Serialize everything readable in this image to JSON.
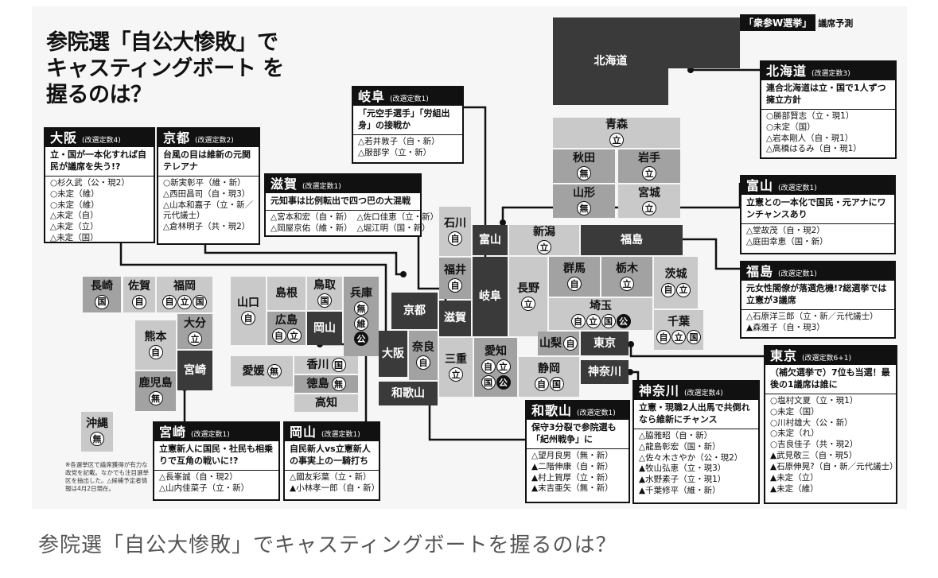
{
  "title_lines": [
    "参院選「自公大惨敗」で",
    "キャスティングボート を",
    "握るのは？"
  ],
  "header_tag": {
    "label": "「衆参W選挙」",
    "suffix": "議席予測"
  },
  "footnote": "※各選挙区で議席獲得が有力な政党を記載。なかでも注目選挙区を抽出した。△候補予定者情報は4月2日現在。",
  "caption": "参院選「自公大惨敗」でキャスティングボートを握るのは？",
  "prefectures": {
    "hokkaido": {
      "name": "北海道"
    },
    "aomori": {
      "name": "青森",
      "badges": [
        "立"
      ]
    },
    "akita": {
      "name": "秋田",
      "badges": [
        "無"
      ]
    },
    "iwate": {
      "name": "岩手",
      "badges": [
        "立"
      ]
    },
    "yamagata": {
      "name": "山形",
      "badges": [
        "無"
      ]
    },
    "miyagi": {
      "name": "宮城",
      "badges": [
        "立"
      ]
    },
    "ishikawa": {
      "name": "石川",
      "badges": [
        "自"
      ]
    },
    "toyama": {
      "name": "富山"
    },
    "niigata": {
      "name": "新潟",
      "badges": [
        "立"
      ]
    },
    "fukushima": {
      "name": "福島"
    },
    "fukui": {
      "name": "福井",
      "badges": [
        "自"
      ]
    },
    "gunma": {
      "name": "群馬",
      "badges": [
        "自"
      ]
    },
    "tochigi": {
      "name": "栃木",
      "badges": [
        "立"
      ]
    },
    "ibaraki": {
      "name": "茨城",
      "badges": [
        "自",
        "立"
      ]
    },
    "nagano": {
      "name": "長野",
      "badges": [
        "立"
      ]
    },
    "saitama": {
      "name": "埼玉",
      "badges": [
        "自",
        "立",
        "国",
        "公"
      ]
    },
    "chiba": {
      "name": "千葉",
      "badges": [
        "自",
        "立",
        "国"
      ]
    },
    "gifu": {
      "name": "岐阜"
    },
    "yamanashi": {
      "name": "山梨",
      "badges": [
        "自"
      ]
    },
    "tokyo": {
      "name": "東京"
    },
    "kanagawa": {
      "name": "神奈川"
    },
    "shizuoka": {
      "name": "静岡",
      "badges": [
        "自",
        "国"
      ]
    },
    "aichi": {
      "name": "愛知",
      "badges": [
        "自",
        "立",
        "国",
        "公"
      ]
    },
    "mie": {
      "name": "三重",
      "badges": [
        "立"
      ]
    },
    "shiga": {
      "name": "滋賀"
    },
    "kyoto": {
      "name": "京都"
    },
    "nara": {
      "name": "奈良",
      "badges": [
        "自"
      ]
    },
    "osaka": {
      "name": "大阪"
    },
    "wakayama": {
      "name": "和歌山"
    },
    "hyogo": {
      "name": "兵庫",
      "badges": [
        "無",
        "維",
        "公"
      ]
    },
    "tottori": {
      "name": "鳥取",
      "badges": [
        "国"
      ]
    },
    "shimane": {
      "name": "島根"
    },
    "okayama": {
      "name": "岡山"
    },
    "hiroshima": {
      "name": "広島",
      "badges": [
        "自",
        "立"
      ]
    },
    "yamaguchi": {
      "name": "山口",
      "badges": [
        "自"
      ]
    },
    "kagawa": {
      "name": "香川",
      "badges": [
        "国"
      ]
    },
    "tokushima": {
      "name": "徳島",
      "badges": [
        "無"
      ]
    },
    "kochi": {
      "name": "高知"
    },
    "ehime": {
      "name": "愛媛",
      "badges": [
        "無"
      ]
    },
    "fukuoka": {
      "name": "福岡",
      "badges": [
        "自",
        "立",
        "国"
      ]
    },
    "saga": {
      "name": "佐賀",
      "badges": [
        "自"
      ]
    },
    "nagasaki": {
      "name": "長崎",
      "badges": [
        "国"
      ]
    },
    "oita": {
      "name": "大分",
      "badges": [
        "立"
      ]
    },
    "kumamoto": {
      "name": "熊本",
      "badges": [
        "自"
      ]
    },
    "miyazaki": {
      "name": "宮崎"
    },
    "kagoshima": {
      "name": "鹿児島",
      "badges": [
        "無"
      ]
    },
    "okinawa": {
      "name": "沖縄",
      "badges": [
        "無"
      ]
    }
  },
  "callouts": {
    "hokkaido": {
      "name": "北海道",
      "seats": "(改選定数3)",
      "headline": "連合北海道は立・国で1人ずつ擁立方針",
      "candidates": [
        "○勝部賢志（立・現1）",
        "○未定（国）",
        "△岩本剛人（自・現1）",
        "△高橋はるみ（自・現1）"
      ]
    },
    "toyama": {
      "name": "富山",
      "seats": "(改選定数1)",
      "headline": "立憲との一本化で国民・元アナにワンチャンスあり",
      "candidates": [
        "△堂故茂（自・現2）",
        "△庭田幸恵（国・新）"
      ]
    },
    "fukushima": {
      "name": "福島",
      "seats": "(改選定数1)",
      "headline": "元女性閣僚が落選危機!?総選挙では立憲が3議席",
      "candidates": [
        "△石原洋三郎（立・新／元代議士）",
        "▲森雅子（自・現3）"
      ]
    },
    "tokyo": {
      "name": "東京",
      "seats": "(改選定数6+1)",
      "headline": "（補欠選挙で）7位も当選！最後の1議席は誰に",
      "candidates": [
        "○塩村文夏（立・現1）",
        "○未定（国）",
        "○川村雄大（公・新）",
        "○未定（れ）",
        "○吉良佳子（共・現2）",
        "▲武見敬三（自・現5）",
        "▲石原伸晃?（自・新／元代議士）",
        "▲未定（立）",
        "▲未定（維）"
      ]
    },
    "kanagawa": {
      "name": "神奈川",
      "seats": "(改選定数4)",
      "headline": "立憲・現職2人出馬で共倒れなら維新にチャンス",
      "candidates": [
        "△脇雅昭（自・新）",
        "△龍島彰宏（国・新）",
        "△佐々木さやか（公・現2）",
        "▲牧山弘恵（立・現3）",
        "▲水野素子（立・現1）",
        "▲千葉修平（維・新）"
      ]
    },
    "wakayama": {
      "name": "和歌山",
      "seats": "(改選定数1)",
      "headline": "保守3分裂で参院選も「紀州戦争」に",
      "candidates": [
        "△望月良男（無・新）",
        "▲二階伸康（自・新）",
        "▲村上賀厚（立・新）",
        "▲末吉亜矢（無・新）"
      ]
    },
    "okayama": {
      "name": "岡山",
      "seats": "(改選定数1)",
      "headline": "自民新人vs立憲新人の事実上の一騎打ち",
      "candidates": [
        "△國友彩葉（立・新）",
        "▲小林孝一郎（自・新）"
      ]
    },
    "miyazaki": {
      "name": "宮崎",
      "seats": "(改選定数1)",
      "headline": "立憲新人に国民・社民も相乗りで互角の戦いに!?",
      "candidates": [
        "△長峯誠（自・現2）",
        "△山内佳菜子（立・新）"
      ]
    },
    "gifu": {
      "name": "岐阜",
      "seats": "(改選定数1)",
      "headline": "「元空手選手」「労組出身」の接戦か",
      "candidates": [
        "△若井敦子（自・新）",
        "△服部学（立・新）"
      ]
    },
    "shiga": {
      "name": "滋賀",
      "seats": "(改選定数1)",
      "headline": "元知事は比例転出で四つ巴の大混戦",
      "candidates_left": [
        "△宮本和宏（自・新）",
        "△岡屋京佑（維・新）"
      ],
      "candidates_right": [
        "△佐口佳恵（立・新）",
        "△堀江明（国・新）"
      ]
    },
    "osaka": {
      "name": "大阪",
      "seats": "(改選定数4)",
      "headline": "立・国が一本化すれば自民が議席を失う!?",
      "candidates": [
        "○杉久武（公・現2）",
        "○未定（維）",
        "○未定（維）",
        "△未定（自）",
        "△未定（立）",
        "△未定（国）"
      ]
    },
    "kyoto": {
      "name": "京都",
      "seats": "(改選定数2)",
      "headline": "台風の目は維新の元関テレアナ",
      "candidates": [
        "○新実彰平（維・新）",
        "△西田昌司（自・現3）",
        "△山本和嘉子（立・新／元代議士）",
        "△倉林明子（共・現2）"
      ]
    }
  }
}
